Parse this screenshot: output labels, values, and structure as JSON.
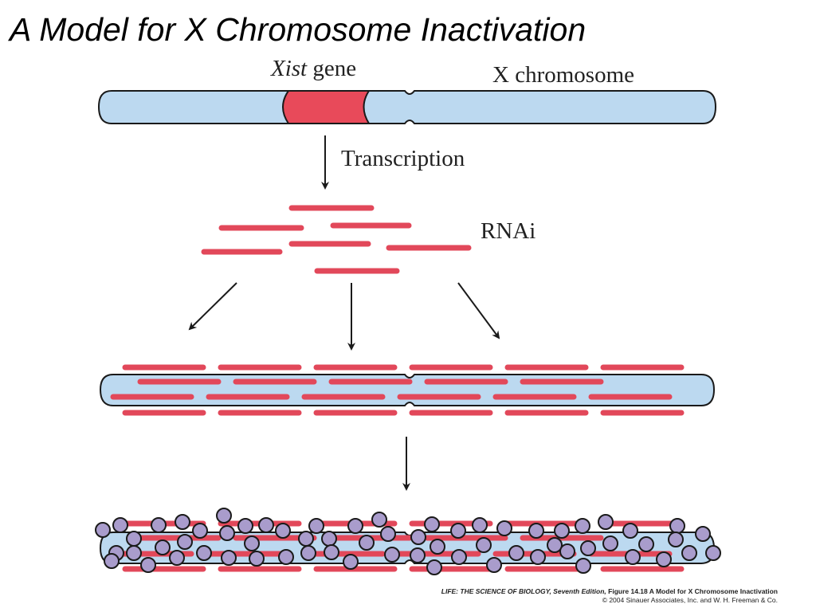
{
  "title": "A Model for X Chromosome Inactivation",
  "labels": {
    "xist_italic": "Xist",
    "xist_rest": " gene",
    "x_chromosome": "X chromosome",
    "transcription": "Transcription",
    "rnai": "RNAi"
  },
  "credit": {
    "book": "LIFE: THE SCIENCE OF BIOLOGY, Seventh Edition,",
    "figure": " Figure 14.18 A Model for X Chromosome Inactivation",
    "copyright": "© 2004 Sinauer Associates, Inc. and W. H. Freeman & Co."
  },
  "colors": {
    "chromosome_fill": "#bcd9f0",
    "xist_fill": "#e84a5a",
    "rna_strand": "#e2485a",
    "protein_fill": "#a99ccc",
    "outline": "#1a1a1a"
  }
}
